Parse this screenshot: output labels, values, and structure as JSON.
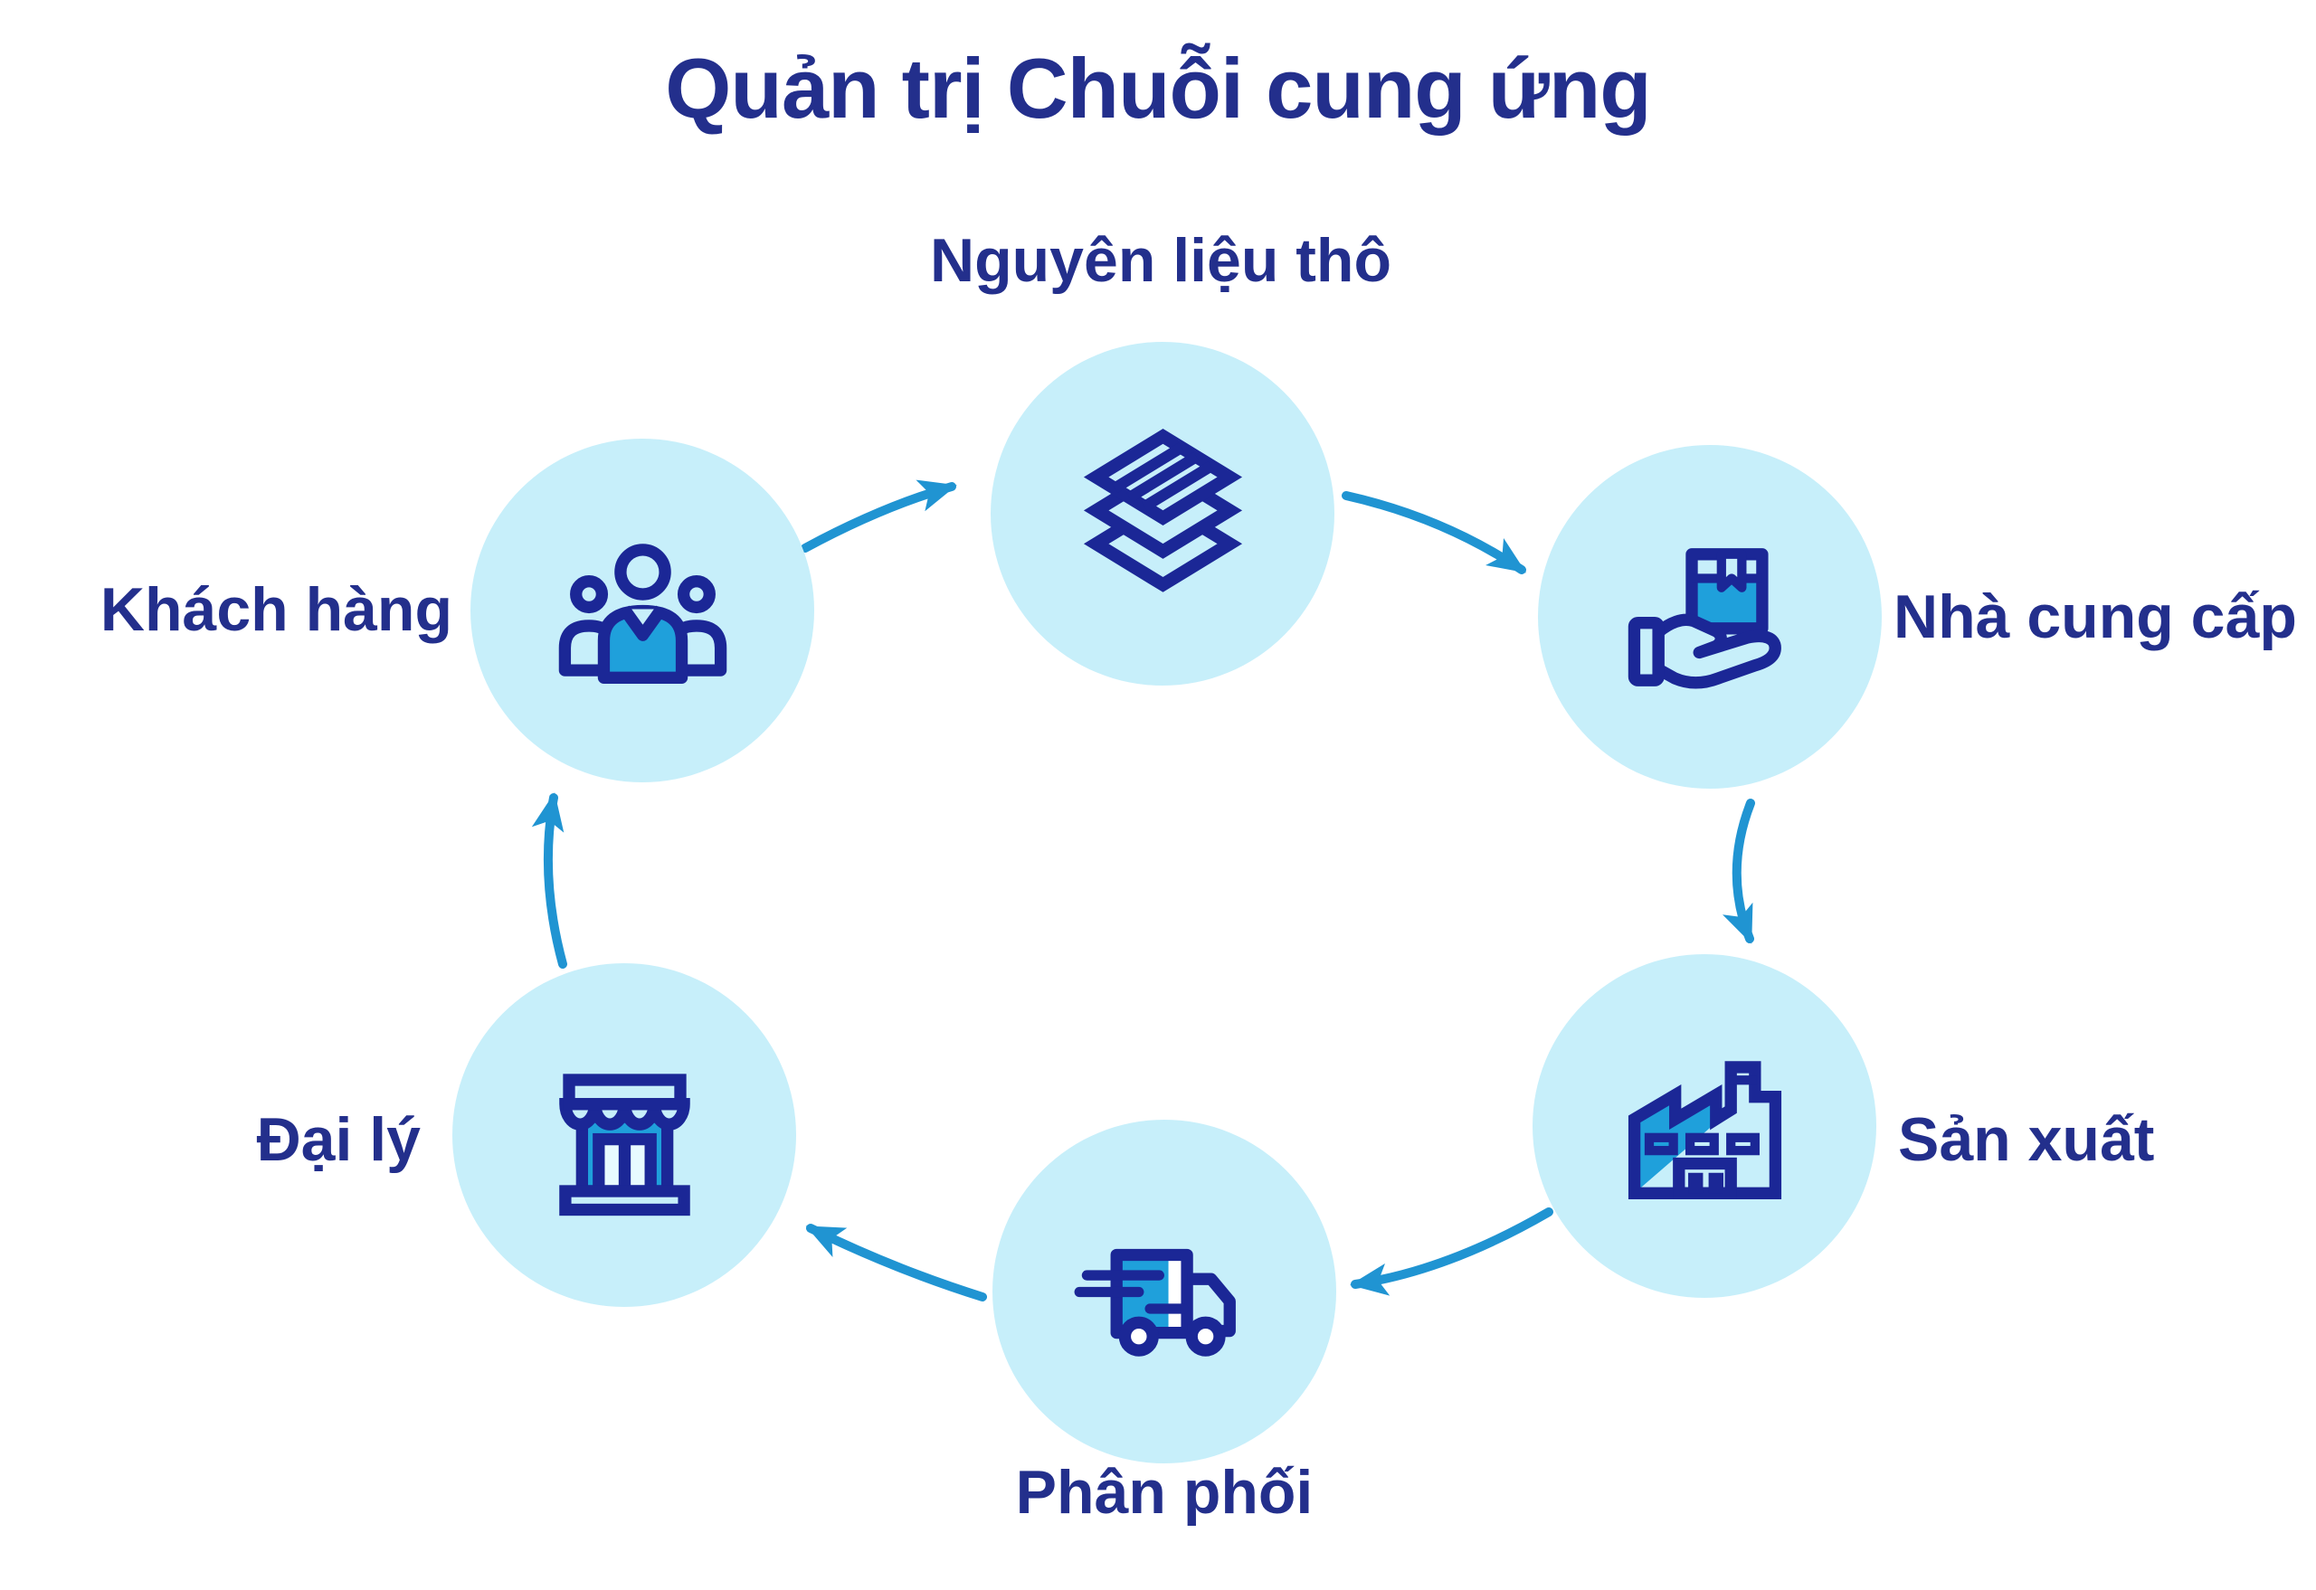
{
  "title": "Quản trị Chuỗi cung ứng",
  "diagram_type": "circular-cycle",
  "colors": {
    "text_navy": "#232F8C",
    "icon_navy": "#1B2796",
    "circle_fill": "#C7EFFA",
    "accent_fill": "#1FA0DB",
    "arrow_blue": "#2094D2",
    "background": "#FFFFFF"
  },
  "nodes": [
    {
      "label": "Nguyên liệu thô",
      "icon": "layers-icon",
      "position": "top"
    },
    {
      "label": "Nhà cung cấp",
      "icon": "hand-box-icon",
      "position": "top-right"
    },
    {
      "label": "Sản xuất",
      "icon": "factory-icon",
      "position": "bottom-right"
    },
    {
      "label": "Phân phối",
      "icon": "truck-icon",
      "position": "bottom"
    },
    {
      "label": "Đại lý",
      "icon": "store-icon",
      "position": "bottom-left"
    },
    {
      "label": "Khách hàng",
      "icon": "people-icon",
      "position": "top-left"
    }
  ],
  "flow_order": [
    "Khách hàng",
    "Nguyên liệu thô",
    "Nhà cung cấp",
    "Sản xuất",
    "Phân phối",
    "Đại lý"
  ],
  "flow_direction": "clockwise"
}
